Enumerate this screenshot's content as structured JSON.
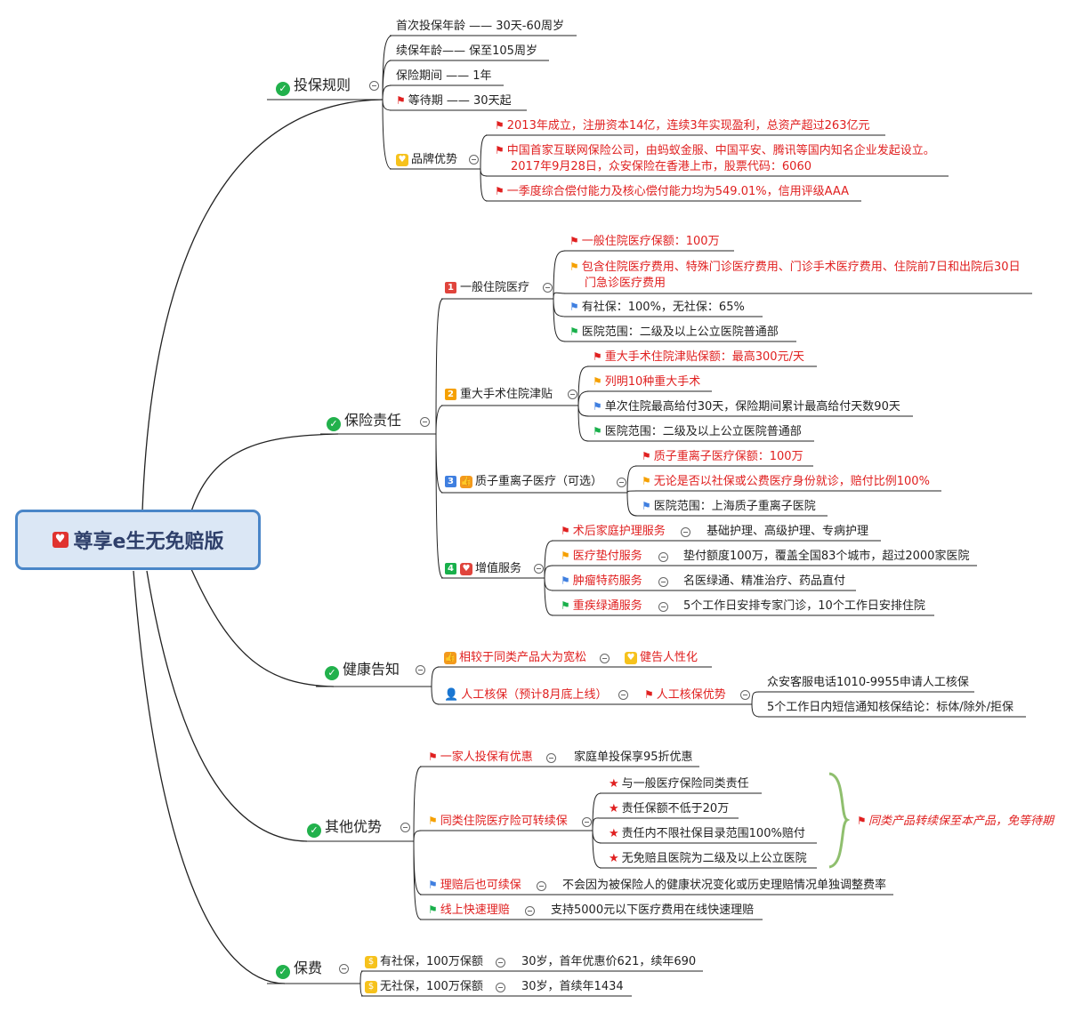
{
  "root": {
    "title": "尊享e生无免赔版",
    "icon": "heart-icon"
  },
  "sections": {
    "rules": {
      "title": "投保规则",
      "items": [
        "首次投保年龄 —— 30天-60周岁",
        "续保年龄—— 保至105周岁",
        "保险期间 —— 1年",
        "等待期 —— 30天起"
      ],
      "brand": {
        "title": "品牌优势",
        "items": [
          "2013年成立，注册资本14亿，连续3年实现盈利，总资产超过263亿元",
          "中国首家互联网保险公司，由蚂蚁金服、中国平安、腾讯等国内知名企业发起设立。",
          "2017年9月28日，众安保险在香港上市，股票代码：6060",
          "一季度综合偿付能力及核心偿付能力均为549.01%，信用评级AAA"
        ]
      }
    },
    "duty": {
      "title": "保险责任",
      "general": {
        "num": "1",
        "title": "一般住院医疗",
        "items": [
          "一般住院医疗保额：100万",
          "包含住院医疗费用、特殊门诊医疗费用、门诊手术医疗费用、住院前7日和出院后30日",
          "门急诊医疗费用",
          "有社保：100%，无社保：65%",
          "医院范围：二级及以上公立医院普通部"
        ]
      },
      "surgery": {
        "num": "2",
        "title": "重大手术住院津贴",
        "items": [
          "重大手术住院津贴保额：最高300元/天",
          "列明10种重大手术",
          "单次住院最高给付30天，保险期间累计最高给付天数90天",
          "医院范围：二级及以上公立医院普通部"
        ]
      },
      "proton": {
        "num": "3",
        "title": "质子重离子医疗（可选）",
        "items": [
          "质子重离子医疗保额：100万",
          "无论是否以社保或公费医疗身份就诊，赔付比例100%",
          "医院范围：上海质子重离子医院"
        ]
      },
      "value": {
        "num": "4",
        "title": "增值服务",
        "items": [
          {
            "name": "术后家庭护理服务",
            "desc": "基础护理、高级护理、专病护理"
          },
          {
            "name": "医疗垫付服务",
            "desc": "垫付额度100万，覆盖全国83个城市，超过2000家医院"
          },
          {
            "name": "肿瘤特药服务",
            "desc": "名医绿通、精准治疗、药品直付"
          },
          {
            "name": "重疾绿通服务",
            "desc": "5个工作日安排专家门诊，10个工作日安排住院"
          }
        ]
      }
    },
    "health": {
      "title": "健康告知",
      "loose": "相较于同类产品大为宽松",
      "personal": "健告人性化",
      "manual": "人工核保（预计8月底上线）",
      "manual_adv": "人工核保优势",
      "adv_items": [
        "众安客服电话1010-9955申请人工核保",
        "5个工作日内短信通知核保结论：标体/除外/拒保"
      ]
    },
    "other": {
      "title": "其他优势",
      "family": "一家人投保有优惠",
      "family_desc": "家庭单投保享95折优惠",
      "transfer": "同类住院医疗险可转续保",
      "transfer_items": [
        "与一般医疗保险同类责任",
        "责任保额不低于20万",
        "责任内不限社保目录范围100%赔付",
        "无免赔且医院为二级及以上公立医院"
      ],
      "transfer_note": "同类产品转续保至本产品，免等待期",
      "claim": "理赔后也可续保",
      "claim_desc": "不会因为被保险人的健康状况变化或历史理赔情况单独调整费率",
      "fast": "线上快速理赔",
      "fast_desc": "支持5000元以下医疗费用在线快速理赔"
    },
    "premium": {
      "title": "保费",
      "items": [
        {
          "name": "有社保，100万保额",
          "desc": "30岁，首年优惠价621，续年690"
        },
        {
          "name": "无社保，100万保额",
          "desc": "30岁，首续年1434"
        }
      ]
    }
  },
  "colors": {
    "root_border": "#4a86c8",
    "root_fill": "#dbe7f5",
    "highlight": "#e02020",
    "ok": "#22b14c"
  }
}
